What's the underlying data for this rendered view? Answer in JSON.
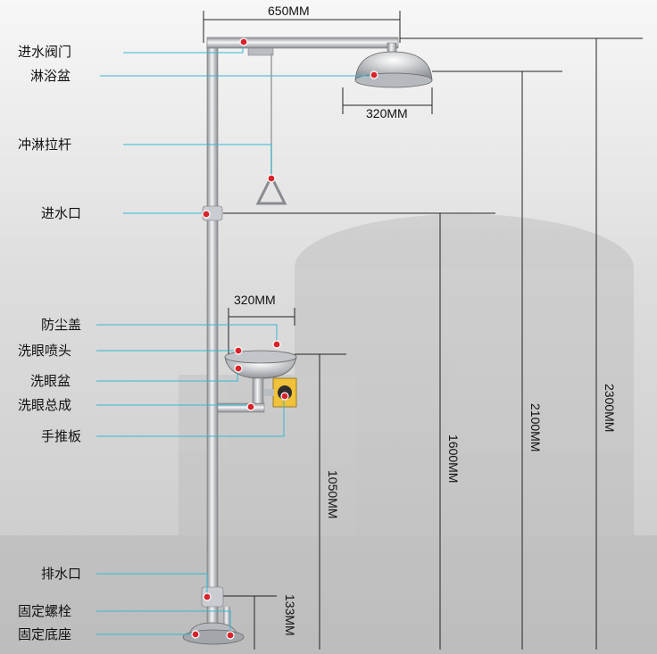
{
  "labels": {
    "inlet_valve": "进水阀门",
    "shower_basin": "淋浴盆",
    "pull_rod": "冲淋拉杆",
    "water_inlet": "进水口",
    "dust_cover": "防尘盖",
    "eyewash_nozzle": "洗眼喷头",
    "eyewash_basin": "洗眼盆",
    "eyewash_assembly": "洗眼总成",
    "push_plate": "手推板",
    "drain": "排水口",
    "fixing_bolt": "固定螺栓",
    "fixing_base": "固定底座"
  },
  "dimensions": {
    "top_width": "650MM",
    "shower_width": "320MM",
    "eyewash_width": "320MM",
    "h_2300": "2300MM",
    "h_2100": "2100MM",
    "h_1600": "1600MM",
    "h_1050": "1050MM",
    "h_133": "133MM"
  },
  "colors": {
    "leader": "#35b8d0",
    "marker": "#d8232a",
    "dim_line": "#222222",
    "steel": "#c9ccd0"
  }
}
